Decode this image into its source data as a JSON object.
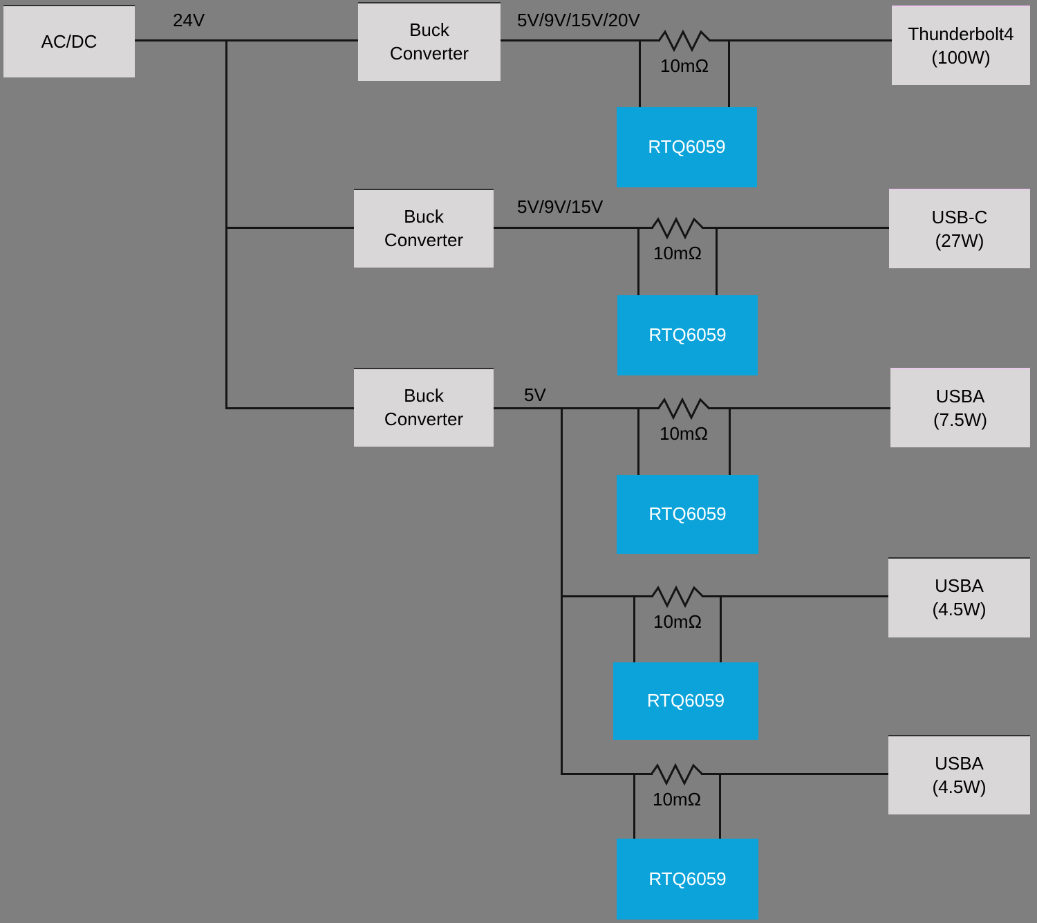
{
  "colors": {
    "background": "#7f7f7f",
    "block_fill": "#d9d7d7",
    "monitor_fill": "#0ba3d9",
    "monitor_text": "#ffffff",
    "wire": "#141414",
    "text": "#000000",
    "pink_edge": "#ecc8ec",
    "dark_edge": "#2f2f2f"
  },
  "source_block": {
    "label": "AC/DC"
  },
  "input_rail": {
    "label": "24V"
  },
  "buck_converters": [
    {
      "line1": "Buck",
      "line2": "Converter",
      "output_label": "5V/9V/15V/20V"
    },
    {
      "line1": "Buck",
      "line2": "Converter",
      "output_label": "5V/9V/15V"
    },
    {
      "line1": "Buck",
      "line2": "Converter",
      "output_label": "5V"
    }
  ],
  "shunts": [
    {
      "value": "10mΩ"
    },
    {
      "value": "10mΩ"
    },
    {
      "value": "10mΩ"
    },
    {
      "value": "10mΩ"
    },
    {
      "value": "10mΩ"
    }
  ],
  "monitors": [
    {
      "part": "RTQ6059"
    },
    {
      "part": "RTQ6059"
    },
    {
      "part": "RTQ6059"
    },
    {
      "part": "RTQ6059"
    },
    {
      "part": "RTQ6059"
    }
  ],
  "loads": [
    {
      "line1": "Thunderbolt4",
      "line2": "(100W)"
    },
    {
      "line1": "USB-C",
      "line2": "(27W)"
    },
    {
      "line1": "USBA",
      "line2": "(7.5W)"
    },
    {
      "line1": "USBA",
      "line2": "(4.5W)"
    },
    {
      "line1": "USBA",
      "line2": "(4.5W)"
    }
  ]
}
